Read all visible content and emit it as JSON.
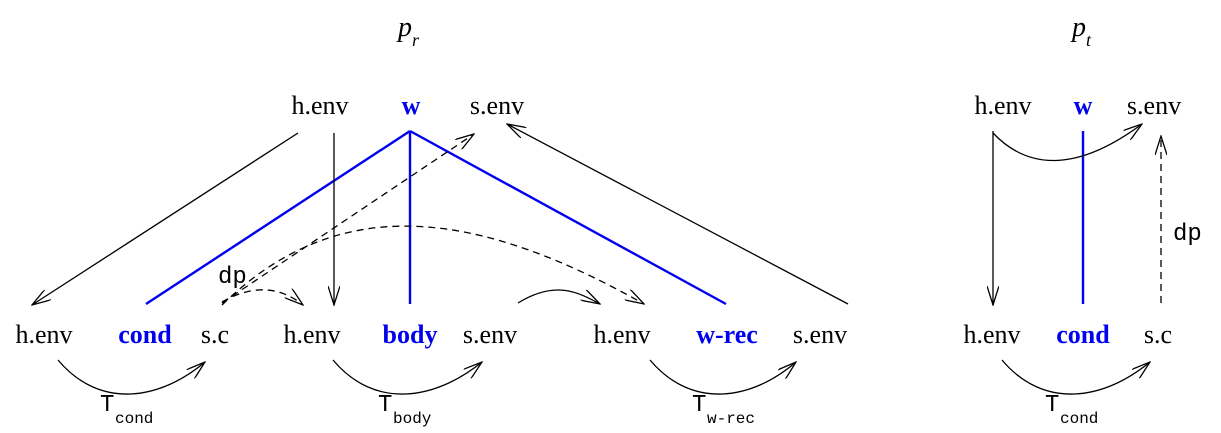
{
  "colors": {
    "nonterminal": "#0000ee",
    "ink": "#000000"
  },
  "productions": [
    {
      "name": "p",
      "sub": "r",
      "parent": {
        "inh": "h.env",
        "sym": "w",
        "syn": "s.env"
      },
      "children": [
        {
          "inh": "h.env",
          "sym": "cond",
          "syn": "s.c",
          "transfer": "T",
          "transfer_sub": "cond"
        },
        {
          "inh": "h.env",
          "sym": "body",
          "syn": "s.env",
          "transfer": "T",
          "transfer_sub": "body"
        },
        {
          "inh": "h.env",
          "sym": "w-rec",
          "syn": "s.env",
          "transfer": "T",
          "transfer_sub": "w-rec"
        }
      ],
      "dep_label": "dp"
    },
    {
      "name": "p",
      "sub": "t",
      "parent": {
        "inh": "h.env",
        "sym": "w",
        "syn": "s.env"
      },
      "children": [
        {
          "inh": "h.env",
          "sym": "cond",
          "syn": "s.c",
          "transfer": "T",
          "transfer_sub": "cond"
        }
      ],
      "dep_label": "dp"
    }
  ]
}
